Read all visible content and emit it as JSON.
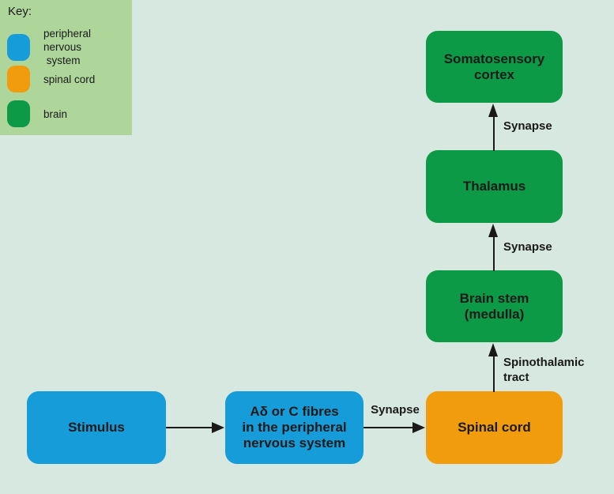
{
  "colors": {
    "page_bg": "#d6e8df",
    "key_bg": "#aed69b",
    "peripheral": "#169dd9",
    "spinal_cord": "#f09c0c",
    "brain": "#0c9a46",
    "arrow": "#1a1a1a"
  },
  "key": {
    "title": "Key:",
    "items": [
      {
        "label": "peripheral nervous\n system"
      },
      {
        "label": "spinal cord"
      },
      {
        "label": "brain"
      }
    ]
  },
  "nodes": {
    "stimulus": {
      "label": "Stimulus"
    },
    "fibres": {
      "label": "Aδ or C fibres\nin the peripheral\nnervous system"
    },
    "spinal_cord": {
      "label": "Spinal cord"
    },
    "brain_stem": {
      "label": "Brain stem\n(medulla)"
    },
    "thalamus": {
      "label": "Thalamus"
    },
    "cortex": {
      "label": "Somatosensory\ncortex"
    }
  },
  "edges": {
    "fibres_to_spinal": {
      "label": "Synapse"
    },
    "spinal_to_brainstem": {
      "label": "Spinothalamic\ntract"
    },
    "brainstem_to_thalamus": {
      "label": "Synapse"
    },
    "thalamus_to_cortex": {
      "label": "Synapse"
    }
  }
}
